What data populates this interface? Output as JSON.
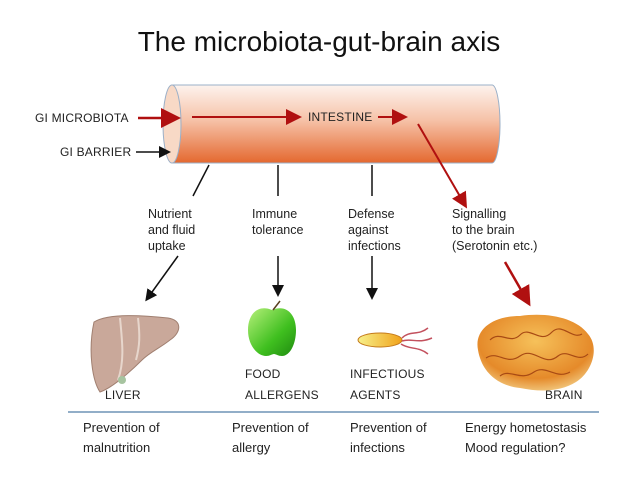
{
  "title": "The microbiota-gut-brain axis",
  "tube": {
    "left_labels": [
      "GI MICROBIOTA",
      "GI BARRIER"
    ],
    "center_label": "INTESTINE"
  },
  "functions": [
    {
      "lines": [
        "Nutrient",
        "and fluid",
        "uptake"
      ]
    },
    {
      "lines": [
        "Immune",
        "tolerance"
      ]
    },
    {
      "lines": [
        "Defense",
        "against",
        "infections"
      ]
    },
    {
      "lines": [
        "Signalling",
        "to the brain",
        "(Serotonin etc.)"
      ]
    }
  ],
  "targets": [
    {
      "lines": [
        "LIVER"
      ],
      "icon": "liver-icon"
    },
    {
      "lines": [
        "FOOD",
        "ALLERGENS"
      ],
      "icon": "apple-icon"
    },
    {
      "lines": [
        "INFECTIOUS",
        "AGENTS"
      ],
      "icon": "bacterium-icon"
    },
    {
      "lines": [
        "BRAIN"
      ],
      "icon": "brain-icon"
    }
  ],
  "outcomes": [
    {
      "lines": [
        "Prevention of",
        "malnutrition"
      ]
    },
    {
      "lines": [
        "Prevention of",
        "allergy"
      ]
    },
    {
      "lines": [
        "Prevention of",
        "infections"
      ]
    },
    {
      "lines": [
        "Energy hometostasis",
        "Mood regulation?"
      ]
    }
  ],
  "colors": {
    "red_arrow": "#b01010",
    "divider": "#6e93b5",
    "tube_top": "#fbe9e2",
    "tube_bottom": "#e8753f"
  }
}
